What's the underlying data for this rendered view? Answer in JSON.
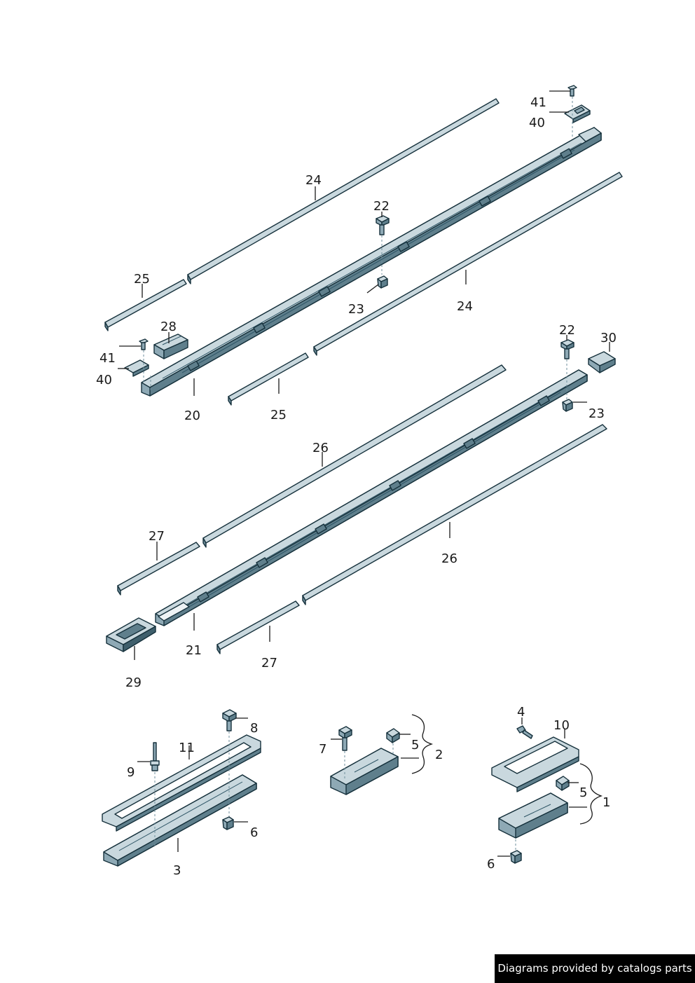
{
  "footer": {
    "text": "Diagrams provided by catalogs parts"
  },
  "labels": {
    "l41a": "41",
    "l40a": "40",
    "l24a": "24",
    "l22a": "22",
    "l25a": "25",
    "l23a": "23",
    "l24b": "24",
    "l28": "28",
    "l41b": "41",
    "l40b": "40",
    "l20": "20",
    "l25b": "25",
    "l22b": "22",
    "l30": "30",
    "l23b": "23",
    "l26a": "26",
    "l27a": "27",
    "l26b": "26",
    "l21": "21",
    "l27b": "27",
    "l29": "29",
    "l8": "8",
    "l11": "11",
    "l9": "9",
    "l6a": "6",
    "l3": "3",
    "l7": "7",
    "l5a": "5",
    "l2": "2",
    "l4": "4",
    "l10": "10",
    "l5b": "5",
    "l1": "1",
    "l6b": "6"
  },
  "colors": {
    "part_fill": "#9fb8c3",
    "part_light": "#c9d8de",
    "part_dark": "#5f7f8c",
    "outline": "#16313c",
    "leader": "#1a1a1a",
    "footer_bg": "#000000",
    "footer_text": "#ffffff"
  }
}
